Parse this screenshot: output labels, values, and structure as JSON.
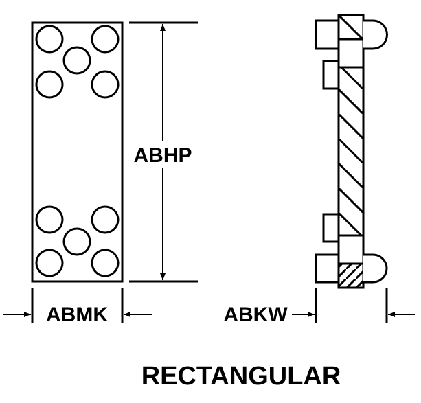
{
  "labels": {
    "height": "ABHP",
    "width": "ABMK",
    "thickness": "ABKW",
    "shape": "RECTANGULAR"
  },
  "colors": {
    "stroke": "#000000",
    "background": "#ffffff"
  }
}
